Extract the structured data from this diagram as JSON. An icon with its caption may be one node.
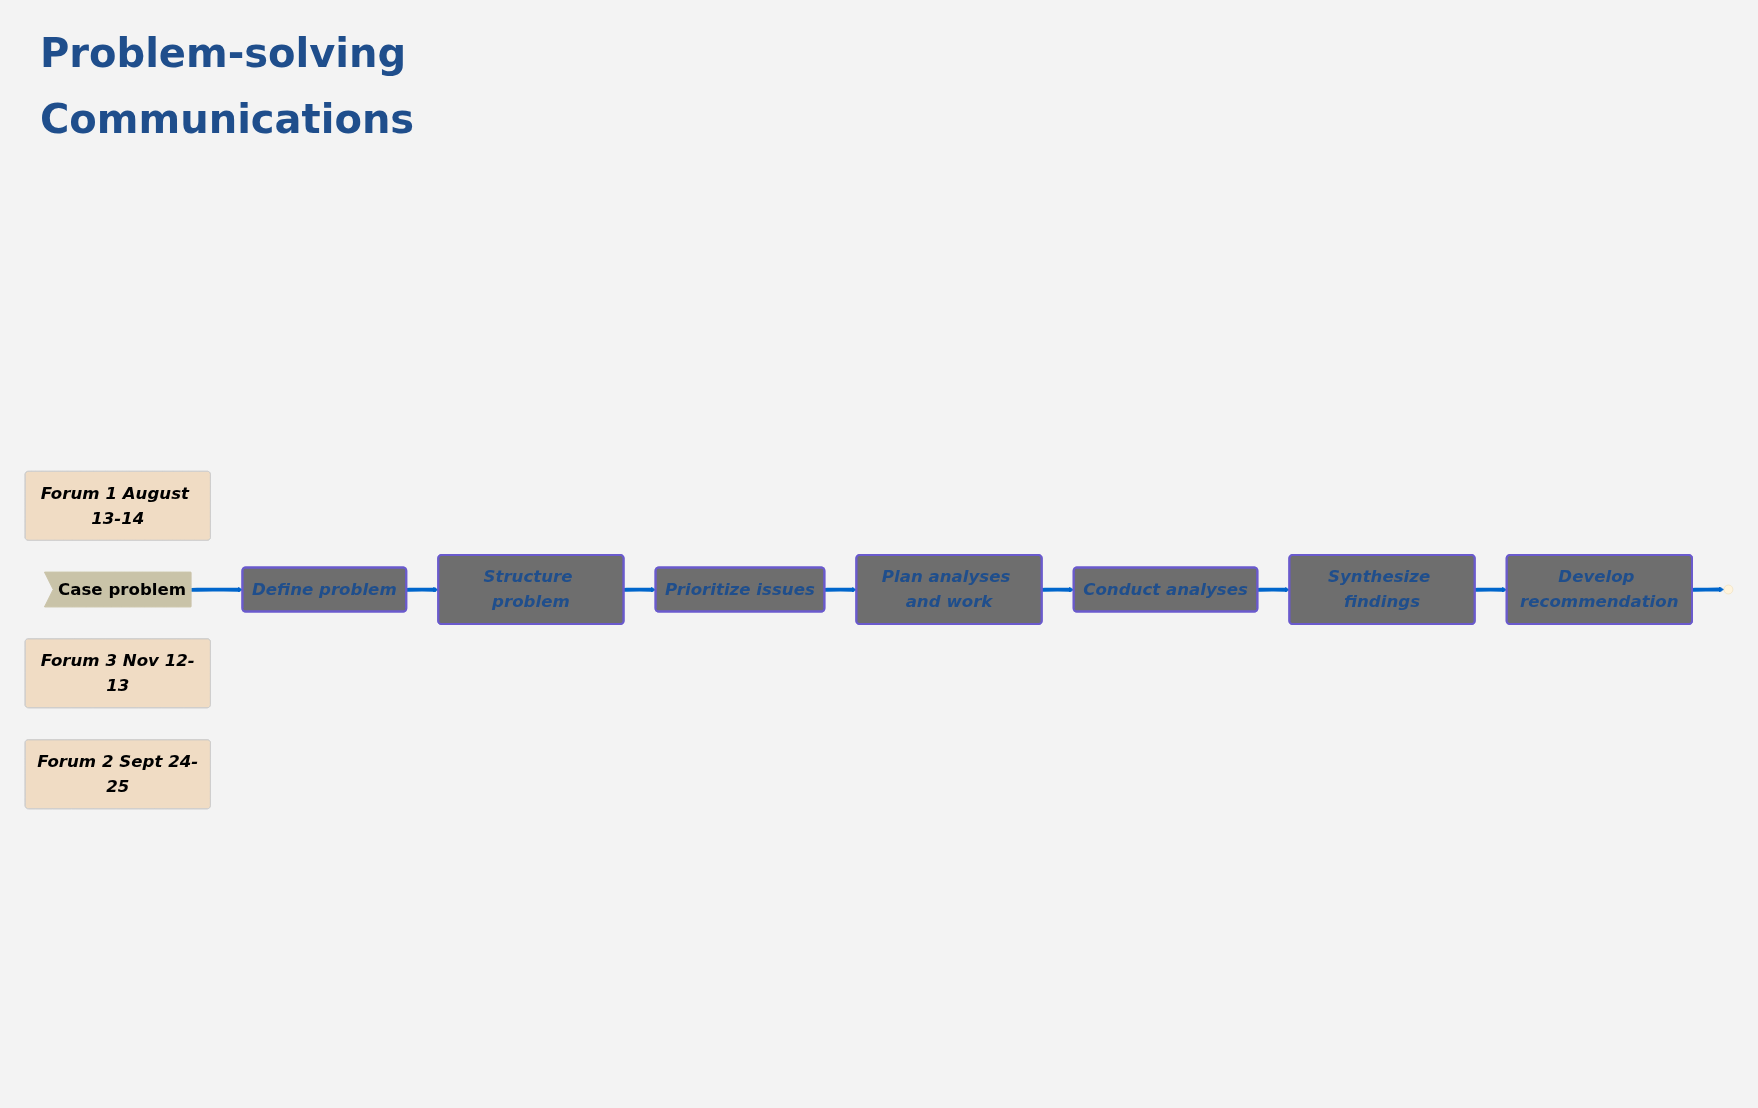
{
  "diagram": {
    "nodes": [
      {
        "text": [
          "Forum 1 August 13-14"
        ]
      },
      {
        "text": [
          "Case problem"
        ]
      },
      {
        "text": [
          "Define problem"
        ]
      },
      {
        "text": [
          "Structure problem"
        ]
      },
      {
        "text": [
          "Prioritize issues"
        ]
      },
      {
        "text": [
          "Plan analyses and work"
        ]
      },
      {
        "text": [
          "Conduct analyses"
        ]
      },
      {
        "text": [
          "Synthesize findings"
        ]
      },
      {
        "text": [
          "Develop recommendation"
        ]
      },
      {
        "text": [
          "Forum 3 Nov 12-13"
        ]
      },
      {
        "text": [
          "Forum 2 Sept 24-25"
        ]
      }
    ],
    "edges": [
      {
        "from": 1,
        "to": 2,
        "arrow": "to"
      },
      {
        "from": 2,
        "to": 3,
        "arrow": "to"
      },
      {
        "from": 3,
        "to": 4,
        "arrow": "to"
      },
      {
        "from": 4,
        "to": 5,
        "arrow": "to"
      },
      {
        "from": 5,
        "to": 6,
        "arrow": "to"
      },
      {
        "from": 6,
        "to": 7,
        "arrow": "to"
      },
      {
        "from": 7,
        "to": 8,
        "arrow": "to"
      },
      {
        "from": 8,
        "to": null,
        "arrow": "to"
      }
    ],
    "labels": [
      "Problem-solving",
      "Communications"
    ]
  }
}
